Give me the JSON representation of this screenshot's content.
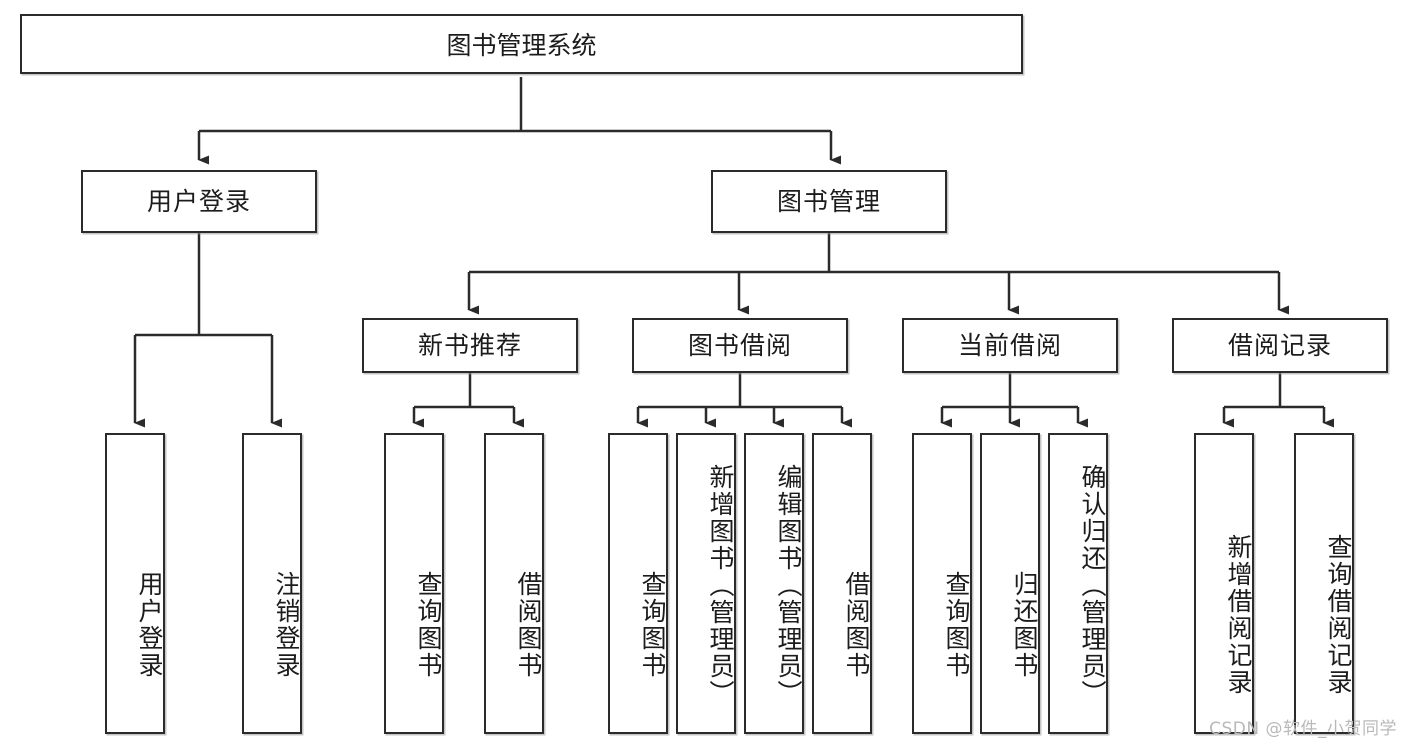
{
  "diagram": {
    "type": "tree-hierarchy",
    "title": "图书管理系统",
    "orientation": "top-down",
    "colors": {
      "box_border": "#2b2b2b",
      "box_fill": "#ffffff",
      "edge": "#2b2b2b",
      "text": "#1c1c1c",
      "watermark": "#b9b9b9"
    },
    "nodes": {
      "root": {
        "label": "图书管理系统"
      },
      "level2": [
        {
          "label": "用户登录"
        },
        {
          "label": "图书管理"
        }
      ],
      "level3": [
        {
          "label": "新书推荐"
        },
        {
          "label": "图书借阅"
        },
        {
          "label": "当前借阅"
        },
        {
          "label": "借阅记录"
        }
      ],
      "leaves": {
        "user_login": [
          {
            "label": "用户登录"
          },
          {
            "label": "注销登录"
          }
        ],
        "new_book_recommend": [
          {
            "label": "查询图书"
          },
          {
            "label": "借阅图书"
          }
        ],
        "book_borrow": [
          {
            "label": "查询图书"
          },
          {
            "label": "新增图书（管理员）"
          },
          {
            "label": "编辑图书（管理员）"
          },
          {
            "label": "借阅图书"
          }
        ],
        "current_borrow": [
          {
            "label": "查询图书"
          },
          {
            "label": "归还图书"
          },
          {
            "label": "确认归还（管理员）"
          }
        ],
        "borrow_record": [
          {
            "label": "新增借阅记录"
          },
          {
            "label": "查询借阅记录"
          }
        ]
      }
    },
    "watermark": "CSDN @软件_小贺同学"
  }
}
